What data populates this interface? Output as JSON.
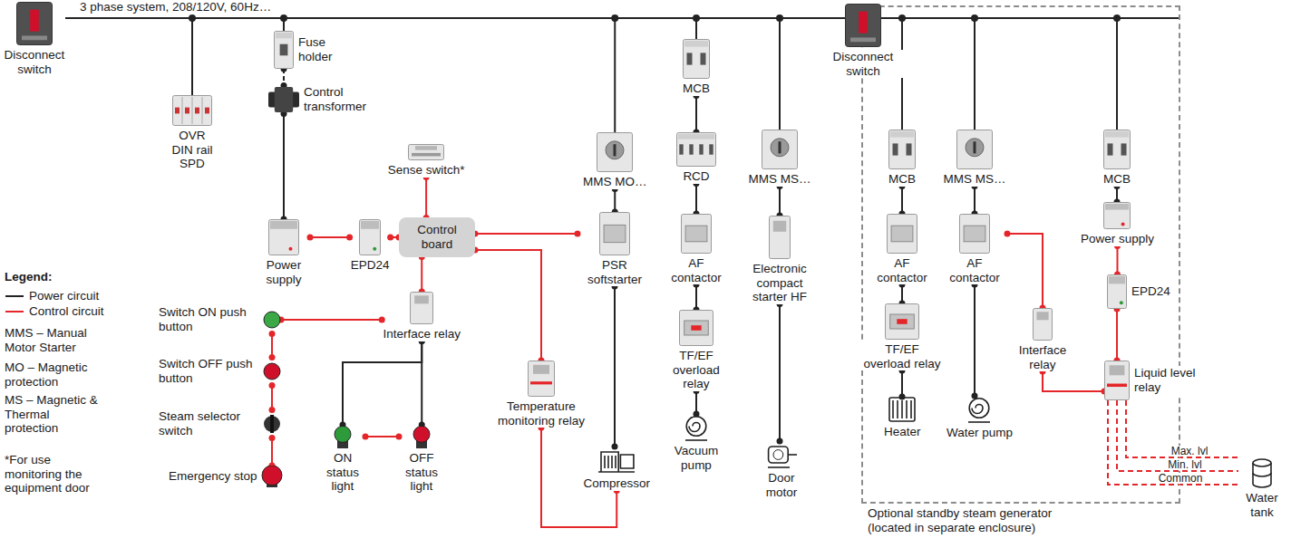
{
  "diagram": {
    "nodes": [
      {
        "text": [
          "Disconnect switch"
        ]
      },
      {
        "text": [
          "OVR DIN rail SPD"
        ]
      },
      {
        "text": [
          "Fuse holder"
        ]
      },
      {
        "text": [
          "Control transformer"
        ]
      },
      {
        "text": [
          "Sense switch*"
        ]
      },
      {
        "text": [
          "Power supply"
        ]
      },
      {
        "text": [
          "EPD24"
        ]
      },
      {
        "text": [
          "Control board"
        ]
      },
      {
        "text": [
          "Interface relay"
        ]
      },
      {
        "text": [
          "Switch ON push button"
        ]
      },
      {
        "text": [
          "Switch OFF push button"
        ]
      },
      {
        "text": [
          "Steam selector switch"
        ]
      },
      {
        "text": [
          "Emergency stop"
        ]
      },
      {
        "text": [
          "ON status light"
        ]
      },
      {
        "text": [
          "OFF status light"
        ]
      },
      {
        "text": [
          "Temperature monitoring relay"
        ]
      },
      {
        "text": [
          "MMS MO…"
        ]
      },
      {
        "text": [
          "PSR softstarter"
        ]
      },
      {
        "text": [
          "Compressor"
        ]
      },
      {
        "text": [
          "MCB"
        ]
      },
      {
        "text": [
          "RCD"
        ]
      },
      {
        "text": [
          "AF contactor"
        ]
      },
      {
        "text": [
          "TF/EF overload relay"
        ]
      },
      {
        "text": [
          "Vacuum pump"
        ]
      },
      {
        "text": [
          "MMS MS…"
        ]
      },
      {
        "text": [
          "Electronic compact starter HF"
        ]
      },
      {
        "text": [
          "Door motor"
        ]
      },
      {
        "text": [
          "Disconnect switch"
        ]
      },
      {
        "text": [
          "Optional standby steam generator (located in separate enclosure)"
        ]
      },
      {
        "text": [
          "MCB"
        ],
        "in": 28
      },
      {
        "text": [
          "AF contactor"
        ],
        "in": 28
      },
      {
        "text": [
          "TF/EF overload relay"
        ],
        "in": 28
      },
      {
        "text": [
          "Heater"
        ],
        "in": 28
      },
      {
        "text": [
          "MMS MS…"
        ],
        "in": 28
      },
      {
        "text": [
          "AF contactor"
        ],
        "in": 28
      },
      {
        "text": [
          "Water pump"
        ],
        "in": 28
      },
      {
        "text": [
          "Interface relay"
        ],
        "in": 28
      },
      {
        "text": [
          "MCB"
        ],
        "in": 28
      },
      {
        "text": [
          "Power supply"
        ],
        "in": 28
      },
      {
        "text": [
          "EPD24"
        ],
        "in": 28
      },
      {
        "text": [
          "Liquid level relay"
        ],
        "in": 28
      },
      {
        "text": [
          "Water tank"
        ]
      }
    ],
    "edges": [
      {
        "from": 2,
        "to": 3,
        "arrow": "none"
      },
      {
        "from": 3,
        "to": 5,
        "arrow": "none"
      },
      {
        "from": 5,
        "to": 6,
        "arrow": "none"
      },
      {
        "from": 6,
        "to": 7,
        "arrow": "none"
      },
      {
        "from": 4,
        "to": 7,
        "arrow": "none"
      },
      {
        "from": 7,
        "to": 8,
        "arrow": "none"
      },
      {
        "from": 7,
        "to": 17,
        "arrow": "none"
      },
      {
        "from": 7,
        "to": 15,
        "arrow": "none"
      },
      {
        "from": 15,
        "to": 18,
        "arrow": "none"
      },
      {
        "from": 9,
        "to": 8,
        "arrow": "none"
      },
      {
        "from": 9,
        "to": 10,
        "arrow": "none"
      },
      {
        "from": 10,
        "to": 11,
        "arrow": "none"
      },
      {
        "from": 11,
        "to": 12,
        "arrow": "none"
      },
      {
        "from": 8,
        "to": 13,
        "arrow": "none"
      },
      {
        "from": 8,
        "to": 14,
        "arrow": "none"
      },
      {
        "from": 13,
        "to": 14,
        "arrow": "none"
      },
      {
        "from": 16,
        "to": 17,
        "arrow": "none"
      },
      {
        "from": 17,
        "to": 18,
        "arrow": "none"
      },
      {
        "from": 19,
        "to": 20,
        "arrow": "none"
      },
      {
        "from": 20,
        "to": 21,
        "arrow": "none"
      },
      {
        "from": 21,
        "to": 22,
        "arrow": "none"
      },
      {
        "from": 22,
        "to": 23,
        "arrow": "none"
      },
      {
        "from": 24,
        "to": 25,
        "arrow": "none"
      },
      {
        "from": 25,
        "to": 26,
        "arrow": "none"
      },
      {
        "from": 29,
        "to": 30,
        "arrow": "none"
      },
      {
        "from": 30,
        "to": 31,
        "arrow": "none"
      },
      {
        "from": 31,
        "to": 32,
        "arrow": "none"
      },
      {
        "from": 33,
        "to": 34,
        "arrow": "none"
      },
      {
        "from": 34,
        "to": 35,
        "arrow": "none"
      },
      {
        "from": 34,
        "to": 36,
        "arrow": "none"
      },
      {
        "from": 36,
        "to": 40,
        "arrow": "none"
      },
      {
        "from": 37,
        "to": 38,
        "arrow": "none"
      },
      {
        "from": 38,
        "to": 39,
        "arrow": "none"
      },
      {
        "from": 39,
        "to": 40,
        "arrow": "none"
      },
      {
        "from": 40,
        "to": 41,
        "label": "Max. lvl",
        "arrow": "none"
      },
      {
        "from": 40,
        "to": 41,
        "label": "Min. lvl",
        "arrow": "none"
      },
      {
        "from": 40,
        "to": 41,
        "label": "Common",
        "arrow": "none"
      }
    ],
    "labels": [
      "3 phase system, 208/120V, 60Hz…",
      "Legend:",
      "MMS – Manual Motor Starter",
      "MO – Magnetic protection",
      "MS – Magnetic & Thermal protection",
      "*For use monitoring the equipment door"
    ],
    "legend": [
      {
        "text": "Power circuit"
      },
      {
        "text": "Control circuit"
      }
    ]
  }
}
